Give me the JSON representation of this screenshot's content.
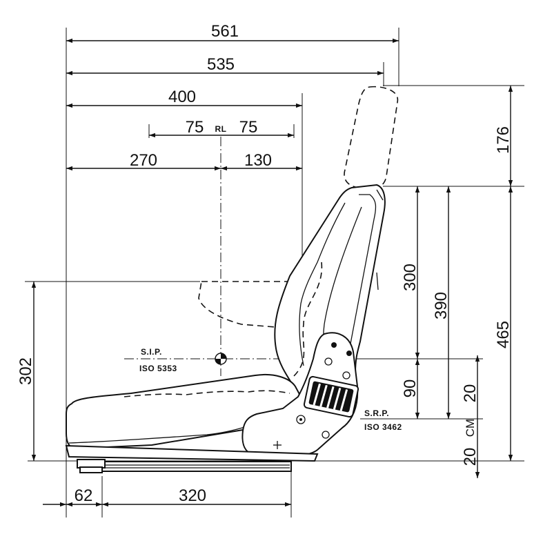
{
  "dimensions": {
    "overall_depth": "561",
    "depth_to_headrest": "535",
    "seat_depth": "400",
    "adjust_rear": "75",
    "adjust_front": "75",
    "adjust_ref": "RL",
    "sip_to_rear": "270",
    "sip_to_front": "130",
    "headrest_height": "176",
    "backrest_height": "300",
    "sip_to_backrest_top": "390",
    "base_to_backrest_top": "465",
    "sip_height": "302",
    "sip_above_srp": "90",
    "vertical_travel_up": "20",
    "vertical_travel_down": "20",
    "travel_unit": "CM",
    "rail_offset": "62",
    "rail_length": "320"
  },
  "labels": {
    "sip_name": "S.I.P.",
    "sip_standard": "ISO 5353",
    "srp_name": "S.R.P.",
    "srp_standard": "ISO 3462"
  }
}
